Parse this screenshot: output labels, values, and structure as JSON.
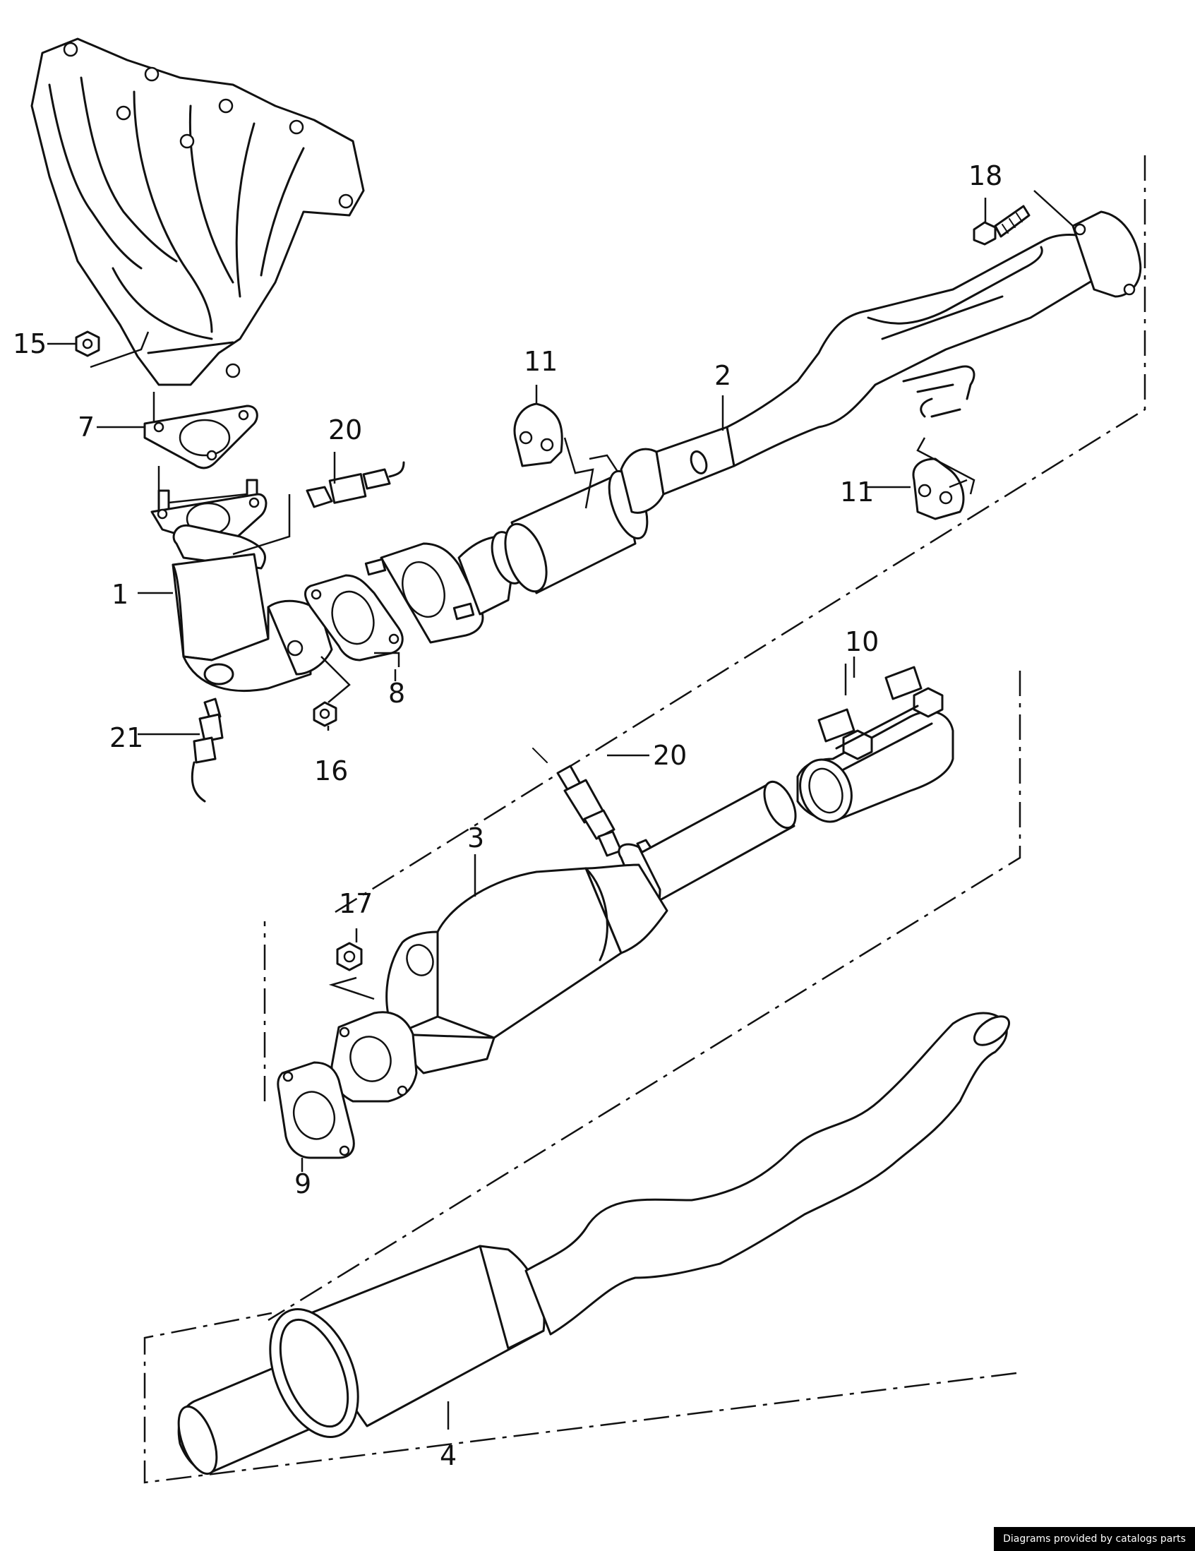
{
  "callouts": {
    "c1": "1",
    "c2": "2",
    "c3": "3",
    "c4": "4",
    "c7": "7",
    "c8": "8",
    "c9": "9",
    "c10": "10",
    "c11a": "11",
    "c11b": "11",
    "c15": "15",
    "c16": "16",
    "c17": "17",
    "c18": "18",
    "c20a": "20",
    "c20b": "20",
    "c21": "21"
  },
  "credit": "Diagrams provided by catalogs parts"
}
